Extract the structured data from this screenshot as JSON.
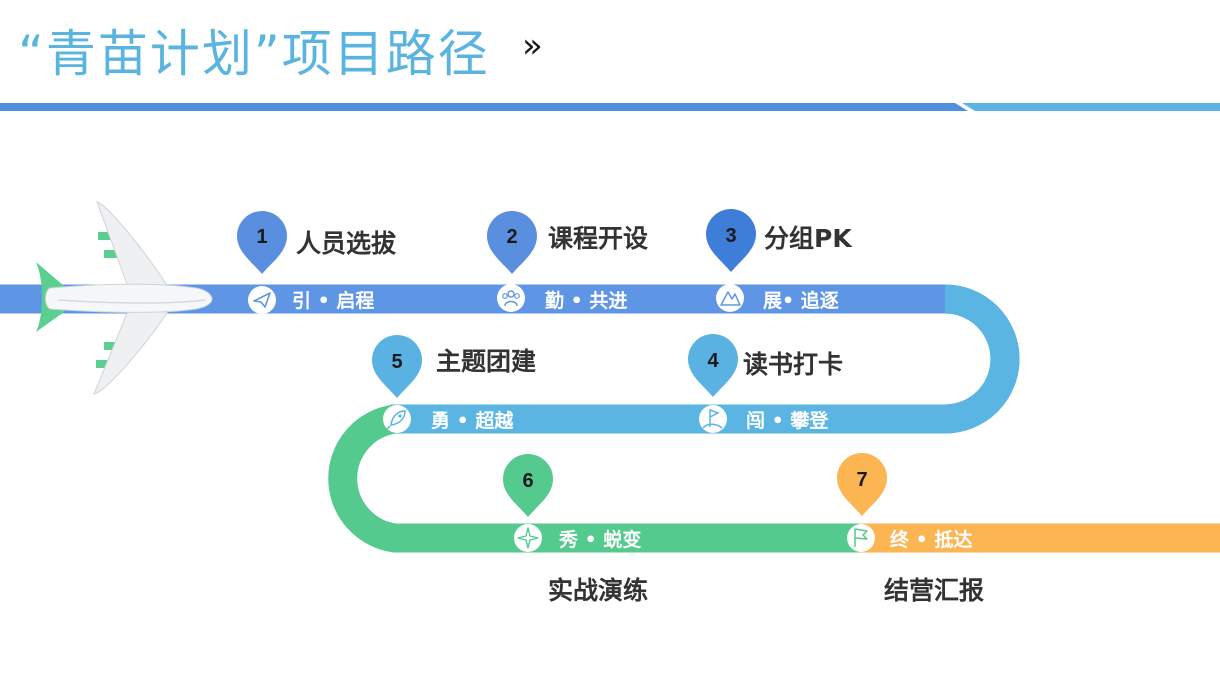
{
  "header": {
    "title": "“青苗计划”项目路径",
    "arrows": "»"
  },
  "colors": {
    "title": "#5ab4e0",
    "band_blue": "#5e95e4",
    "band_lightblue": "#5ab5e3",
    "band_green": "#55ca8e",
    "band_orange": "#fbb552",
    "pin_1_2": "#5a8fe0",
    "pin_3": "#3f7ed8",
    "pin_4_5": "#5ab2e3",
    "pin_6": "#55ca8e",
    "pin_7": "#fbb552"
  },
  "stages": [
    {
      "num": "1",
      "title": "人员选拔",
      "label": "引 • 启程",
      "icon": "paper-plane-icon"
    },
    {
      "num": "2",
      "title": "课程开设",
      "label": "勤 • 共进",
      "icon": "people-group-icon"
    },
    {
      "num": "3",
      "title": "分组PK",
      "label": "展• 追逐",
      "icon": "mountain-icon"
    },
    {
      "num": "4",
      "title": "读书打卡",
      "label": "闯 • 攀登",
      "icon": "flag-on-hill-icon"
    },
    {
      "num": "5",
      "title": "主题团建",
      "label": "勇 • 超越",
      "icon": "rocket-icon"
    },
    {
      "num": "6",
      "title": "实战演练",
      "label": "秀 • 蜕变",
      "icon": "compass-star-icon"
    },
    {
      "num": "7",
      "title": "结营汇报",
      "label": "终 • 抵达",
      "icon": "flag-icon"
    }
  ]
}
